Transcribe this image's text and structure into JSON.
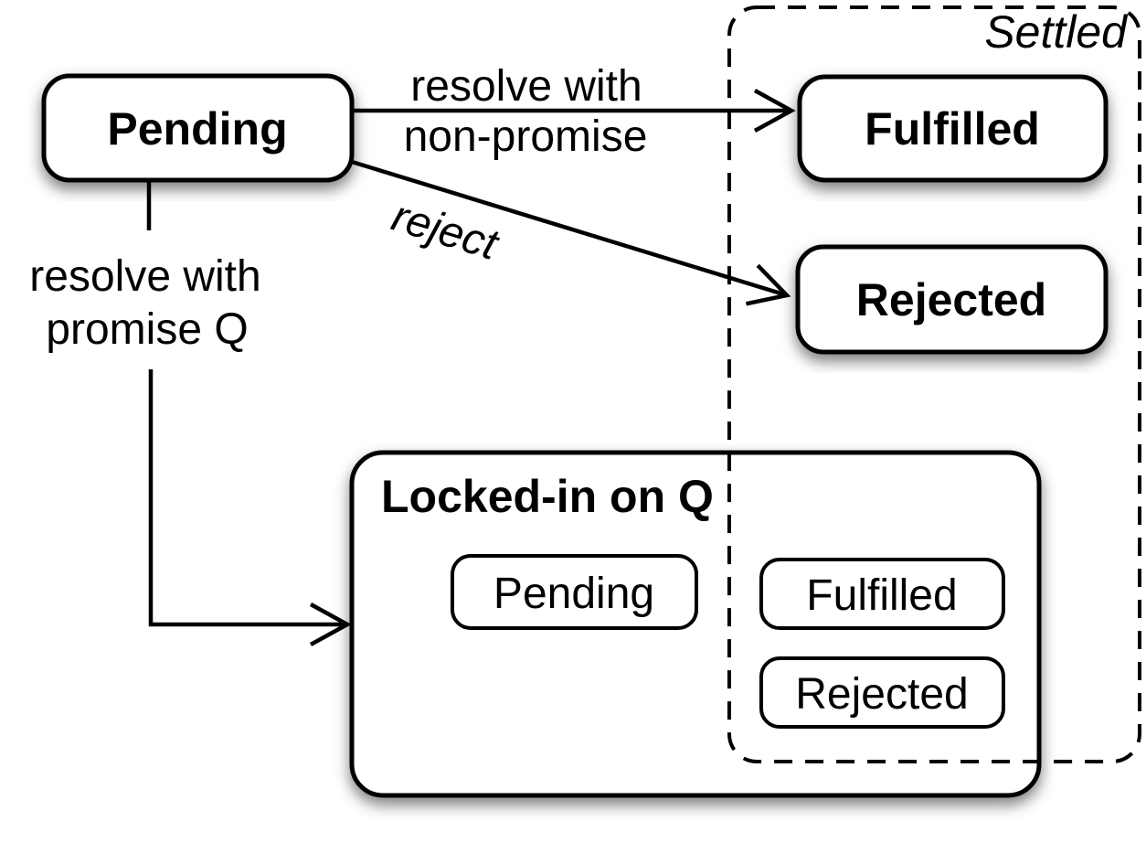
{
  "diagram": {
    "background": "#ffffff",
    "line_color": "#000000",
    "box_fill": "#ffffff",
    "settled_region": {
      "label": "Settled"
    },
    "states": {
      "pending": {
        "label": "Pending"
      },
      "fulfilled": {
        "label": "Fulfilled"
      },
      "rejected": {
        "label": "Rejected"
      }
    },
    "locked_in": {
      "title": "Locked-in on Q",
      "states": {
        "pending": {
          "label": "Pending"
        },
        "fulfilled": {
          "label": "Fulfilled"
        },
        "rejected": {
          "label": "Rejected"
        }
      }
    },
    "transitions": {
      "resolve_non_promise": {
        "line1": "resolve with",
        "line2": "non-promise"
      },
      "reject": {
        "label": "reject"
      },
      "resolve_promise": {
        "line1": "resolve with",
        "line2": "promise Q"
      }
    }
  }
}
